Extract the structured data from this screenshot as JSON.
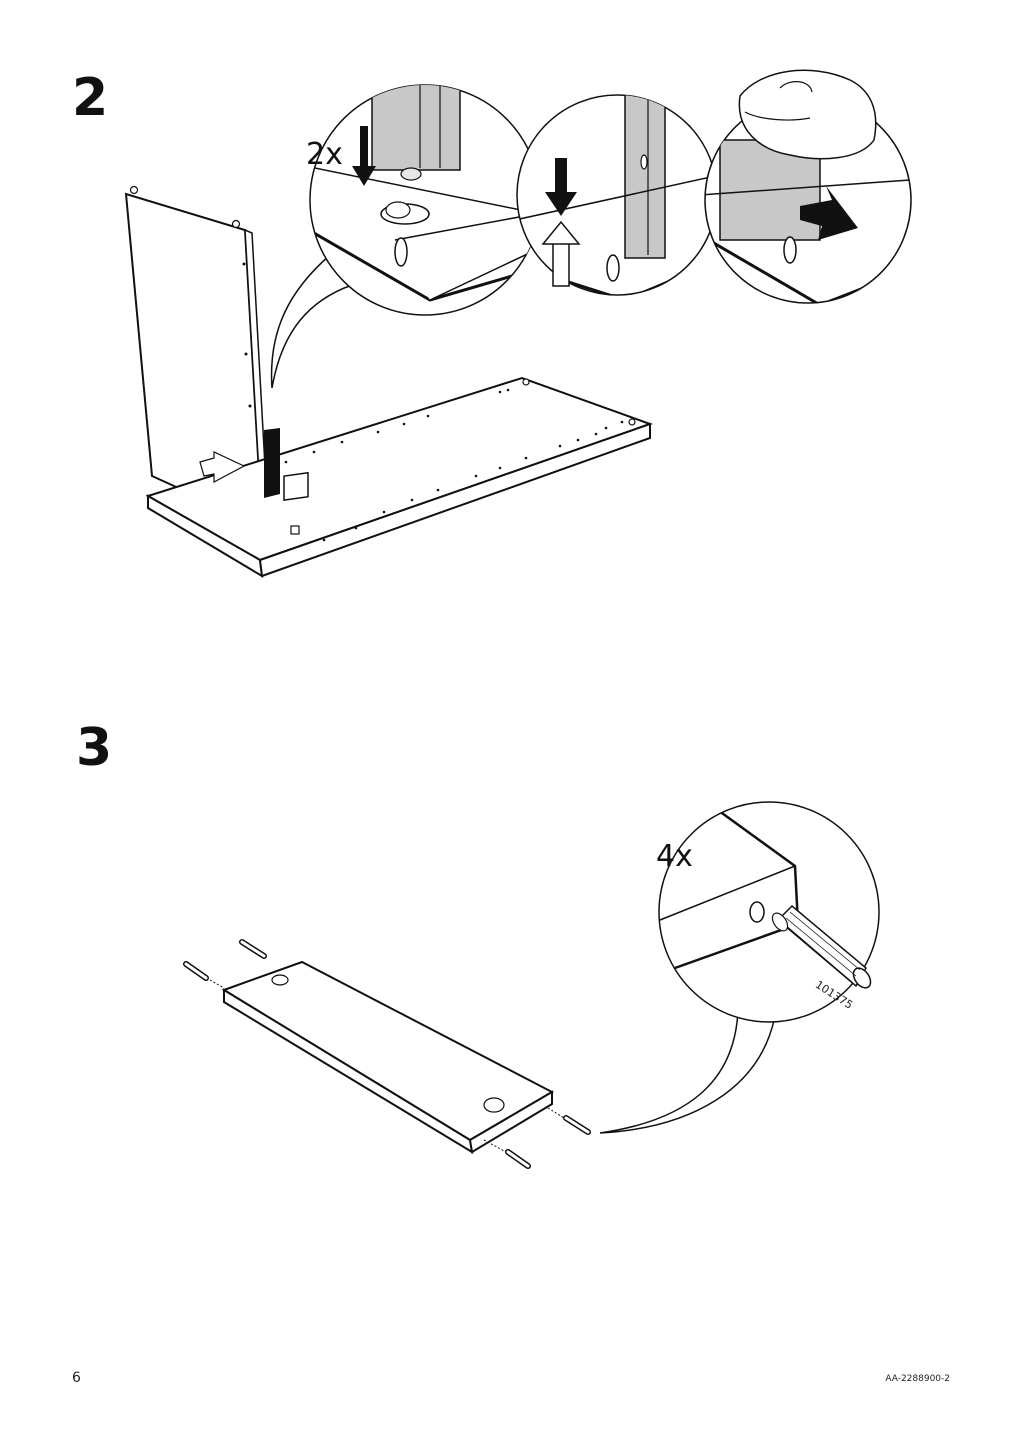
{
  "steps": [
    {
      "number": "2",
      "quantity": "2x"
    },
    {
      "number": "3",
      "quantity": "4x",
      "part_number": "101375"
    }
  ],
  "footer": {
    "page_number": "6",
    "document_code": "AA-2288900-2"
  },
  "colors": {
    "line": "#111111",
    "panel_shade": "#c8c8c8",
    "arrow_fill": "#111111"
  },
  "icons": [
    "down-arrow-icon",
    "up-arrow-icon",
    "push-arrow-icon",
    "hand-icon",
    "dowel-icon"
  ]
}
